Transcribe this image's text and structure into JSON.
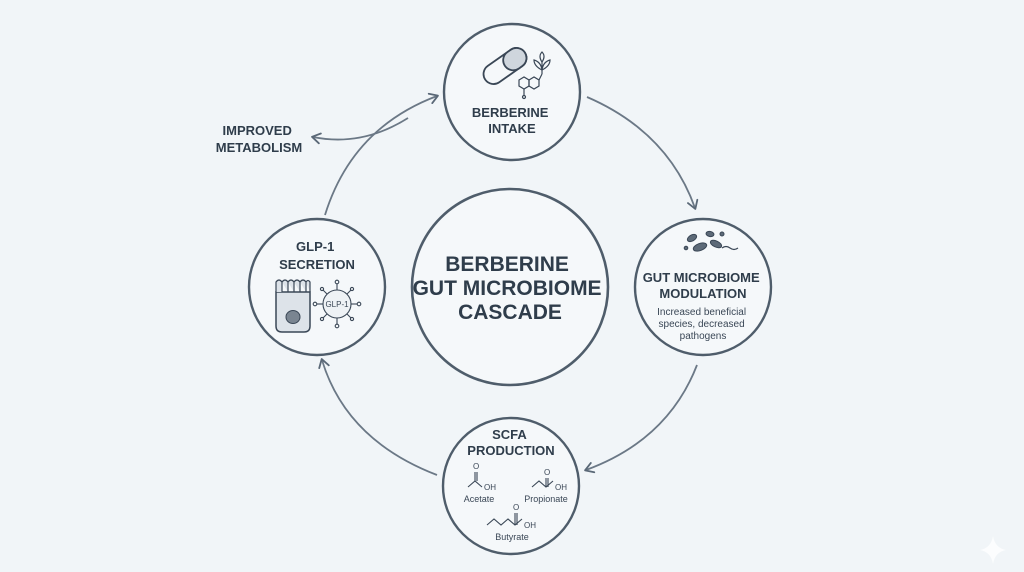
{
  "center": {
    "title_lines": [
      "BERBERINE",
      "GUT MICROBIOME",
      "CASCADE"
    ]
  },
  "nodes": {
    "intake": {
      "title_lines": [
        "BERBERINE",
        "INTAKE"
      ]
    },
    "microbiome": {
      "title_lines": [
        "GUT MICROBIOME",
        "MODULATION"
      ],
      "desc_lines": [
        "Increased beneficial",
        "species, decreased",
        "pathogens"
      ]
    },
    "scfa": {
      "title_lines": [
        "SCFA",
        "PRODUCTION"
      ],
      "molecules": [
        "Acetate",
        "Propionate",
        "Butyrate"
      ],
      "oh_label": "OH"
    },
    "glp1": {
      "title_lines": [
        "GLP-1",
        "SECRETION"
      ],
      "hormone_label": "GLP-1"
    }
  },
  "side_label": {
    "lines": [
      "IMPROVED",
      "METABOLISM"
    ]
  },
  "colors": {
    "stroke": "#4f5d6b",
    "background": "#f1f5f8",
    "circle_fill": "#f5f8fa"
  }
}
